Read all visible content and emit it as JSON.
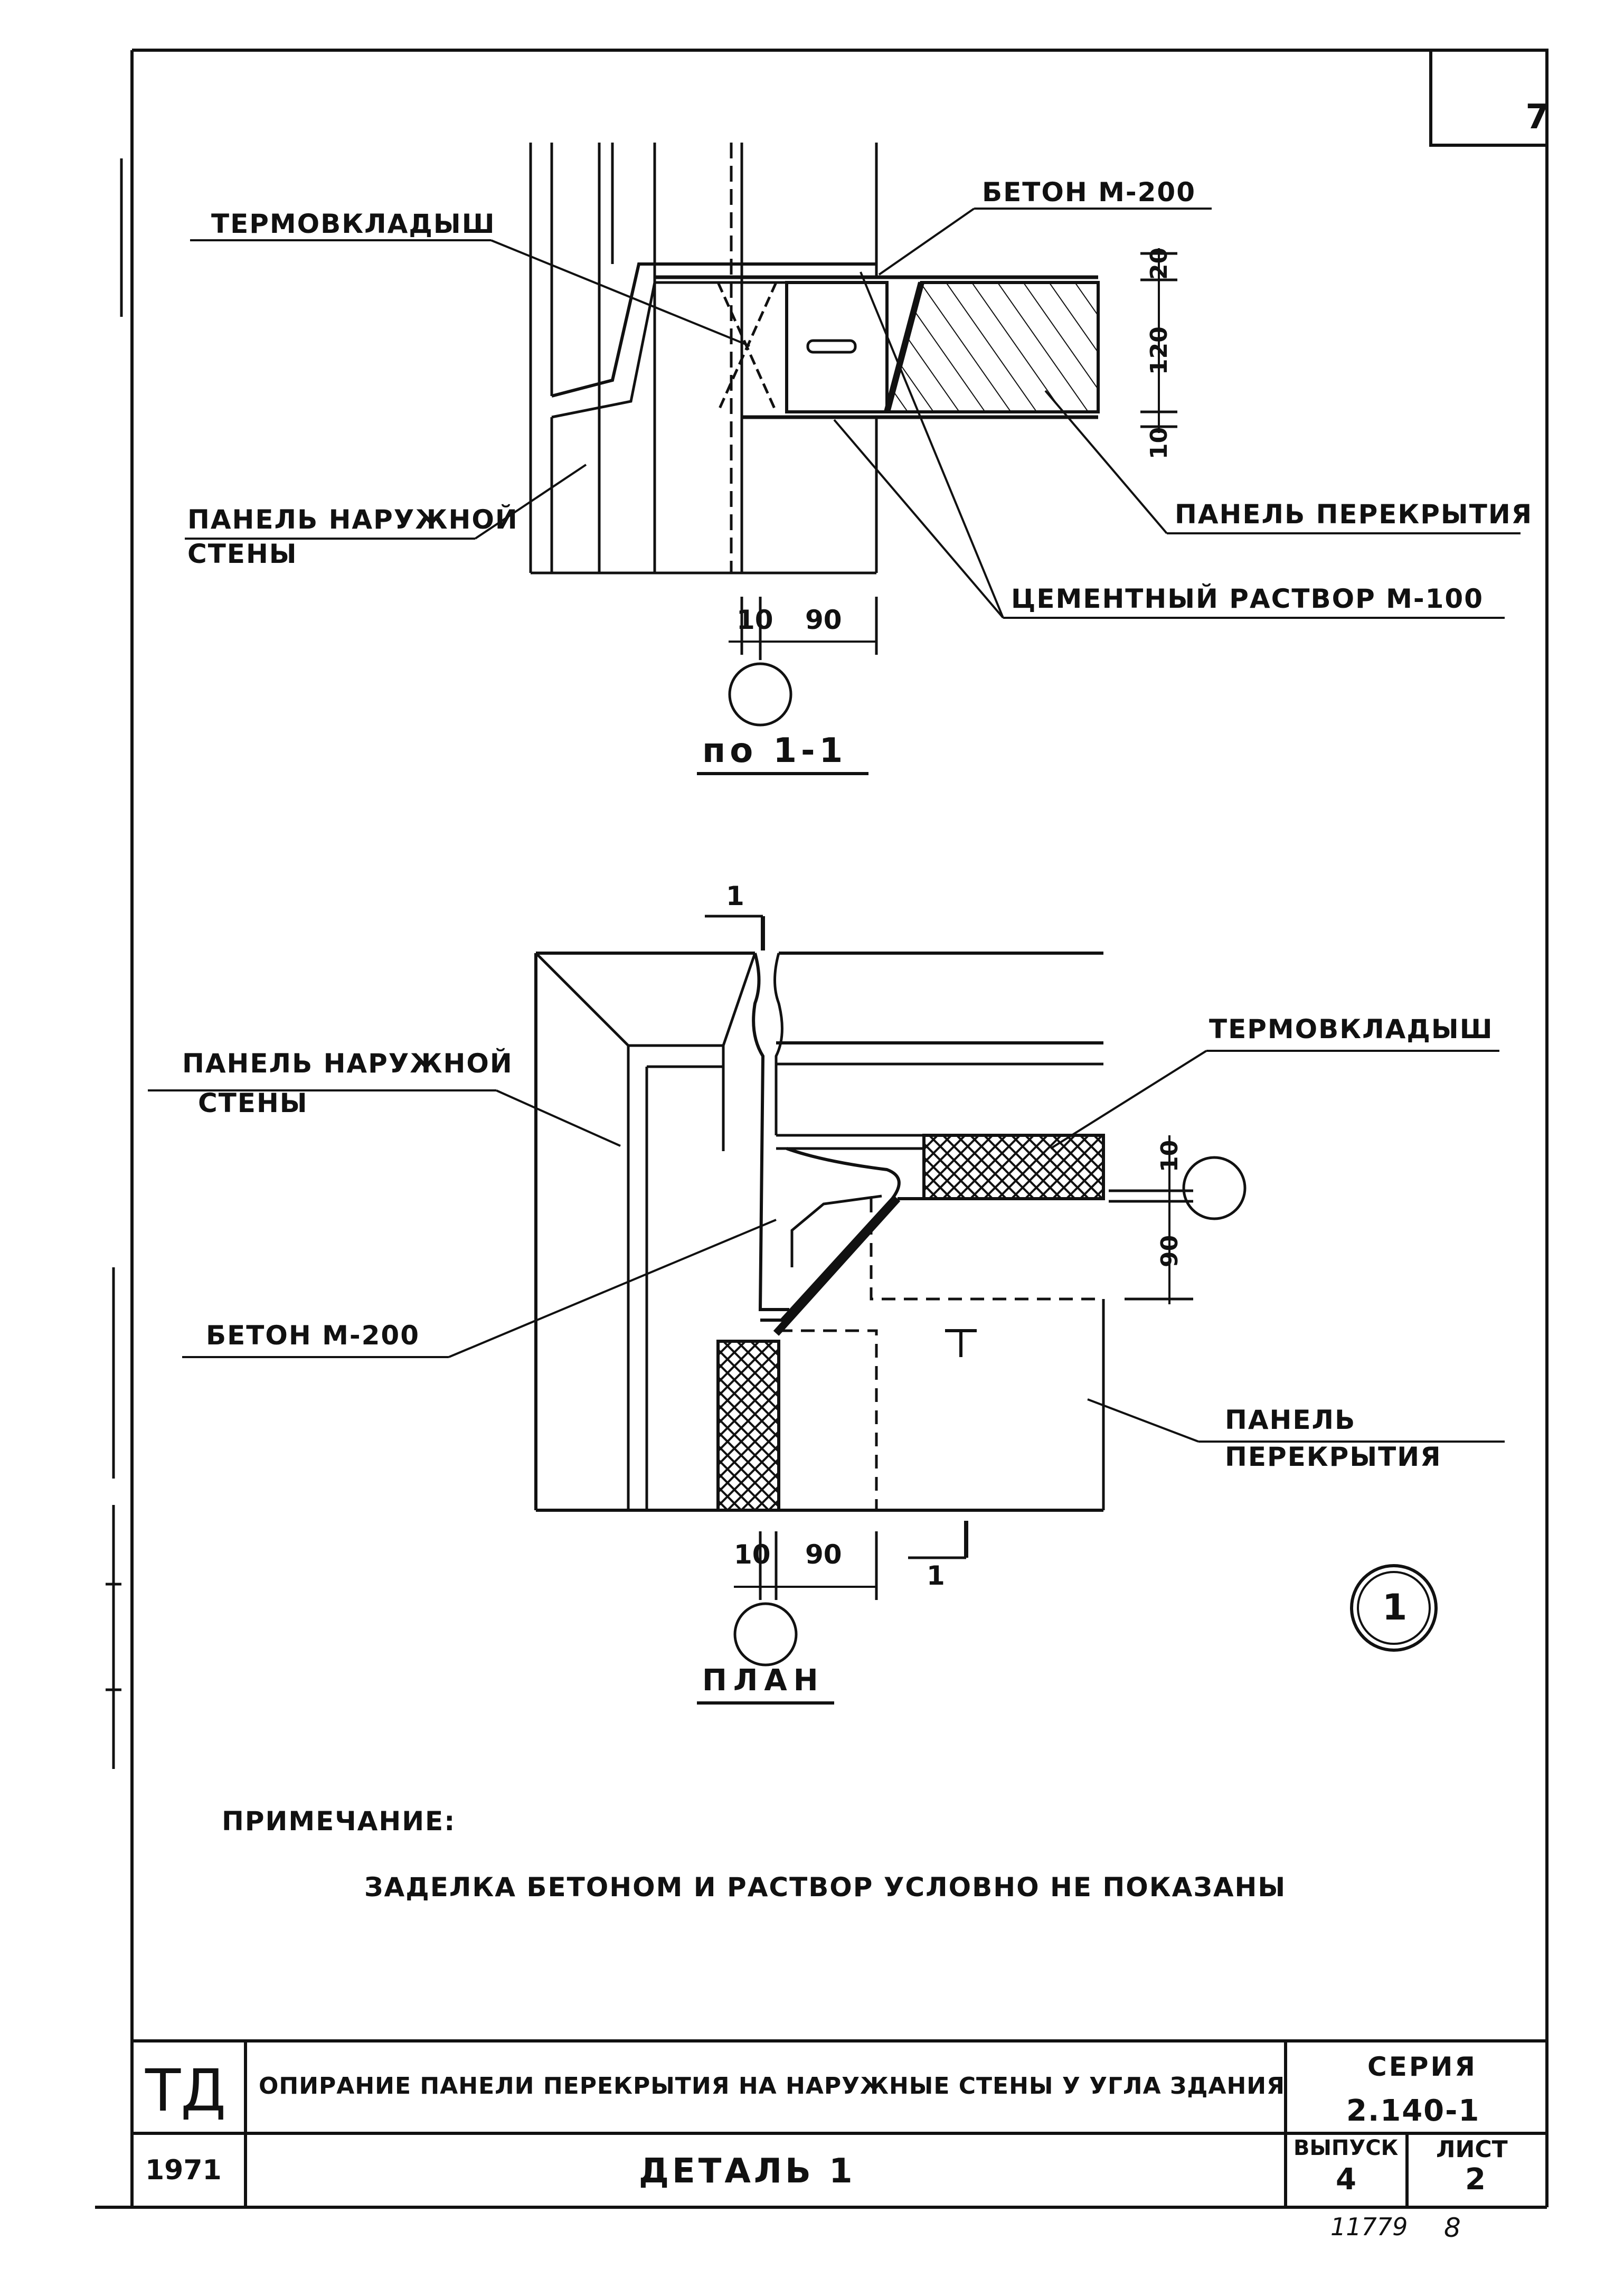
{
  "sheet_number": "7",
  "section": {
    "label_termo": "ТЕРМОВКЛАДЫШ",
    "label_beton": "БЕТОН М-200",
    "label_panel_wall_1": "ПАНЕЛЬ НАРУЖНОЙ",
    "label_panel_wall_2": "СТЕНЫ",
    "label_panel_floor": "ПАНЕЛЬ ПЕРЕКРЫТИЯ",
    "label_mortar": "ЦЕМЕНТНЫЙ РАСТВОР М-100",
    "dim_top": "20",
    "dim_mid": "120",
    "dim_bot": "10",
    "dim_h_left": "10",
    "dim_h_right": "90",
    "title": "по 1-1"
  },
  "plan": {
    "cut_mark_top": "1",
    "cut_mark_bottom": "1",
    "label_panel_wall_1": "ПАНЕЛЬ НАРУЖНОЙ",
    "label_panel_wall_2": "СТЕНЫ",
    "label_termo": "ТЕРМОВКЛАДЫШ",
    "label_beton": "БЕТОН М-200",
    "label_panel_floor_1": "ПАНЕЛЬ",
    "label_panel_floor_2": "ПЕРЕКРЫТИЯ",
    "dim_v_top": "10",
    "dim_v_bot": "90",
    "dim_h_left": "10",
    "dim_h_right": "90",
    "title": "ПЛАН",
    "detail_number": "1"
  },
  "note": {
    "heading": "ПРИМЕЧАНИЕ:",
    "text": "ЗАДЕЛКА БЕТОНОМ И РАСТВОР УСЛОВНО НЕ ПОКАЗАНЫ"
  },
  "title_block": {
    "org": "ТД",
    "year": "1971",
    "title": "ОПИРАНИЕ ПАНЕЛИ ПЕРЕКРЫТИЯ НА НАРУЖНЫЕ СТЕНЫ У УГЛА ЗДАНИЯ",
    "subtitle": "ДЕТАЛЬ 1",
    "series_label": "СЕРИЯ",
    "series_value": "2.140-1",
    "issue_label": "ВЫПУСК",
    "issue_value": "4",
    "sheet_label": "ЛИСТ",
    "sheet_value": "2",
    "archive_number": "11779",
    "archive_sheet": "8"
  }
}
